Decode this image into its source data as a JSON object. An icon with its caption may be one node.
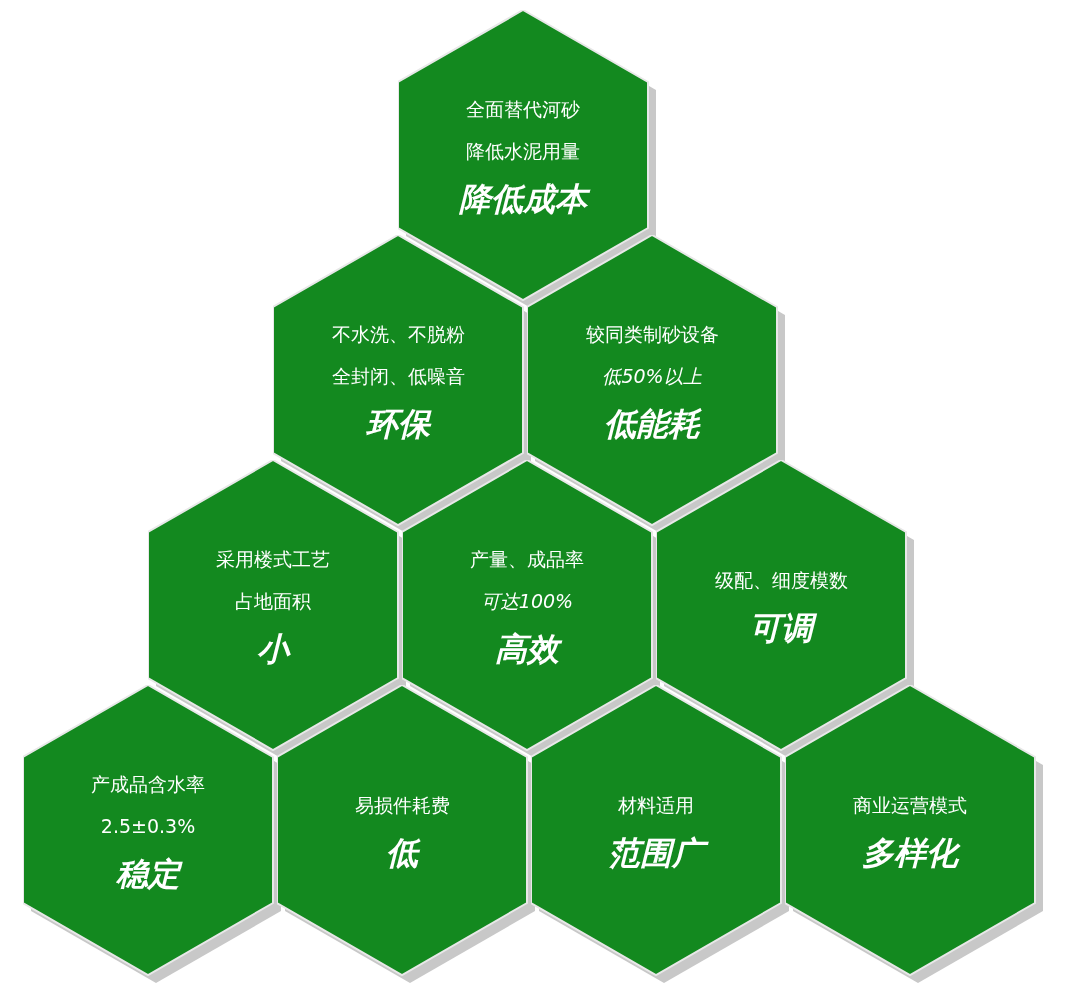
{
  "diagram": {
    "nodes": [
      {
        "text": [
          "全面替代河砂",
          "降低水泥用量",
          "降低成本"
        ]
      },
      {
        "text": [
          "不水洗、不脱粉",
          "全封闭、低噪音",
          "环保"
        ]
      },
      {
        "text": [
          "较同类制砂设备",
          "低50%以上",
          "低能耗"
        ]
      },
      {
        "text": [
          "采用楼式工艺",
          "占地面积",
          "小"
        ]
      },
      {
        "text": [
          "产量、成品率",
          "可达100%",
          "高效"
        ]
      },
      {
        "text": [
          "级配、细度模数",
          "可调"
        ]
      },
      {
        "text": [
          "产成品含水率",
          "2.5±0.3%",
          "稳定"
        ]
      },
      {
        "text": [
          "易损件耗费",
          "低"
        ]
      },
      {
        "text": [
          "材料适用",
          "范围广"
        ]
      },
      {
        "text": [
          "商业运营模式",
          "多样化"
        ]
      }
    ]
  }
}
